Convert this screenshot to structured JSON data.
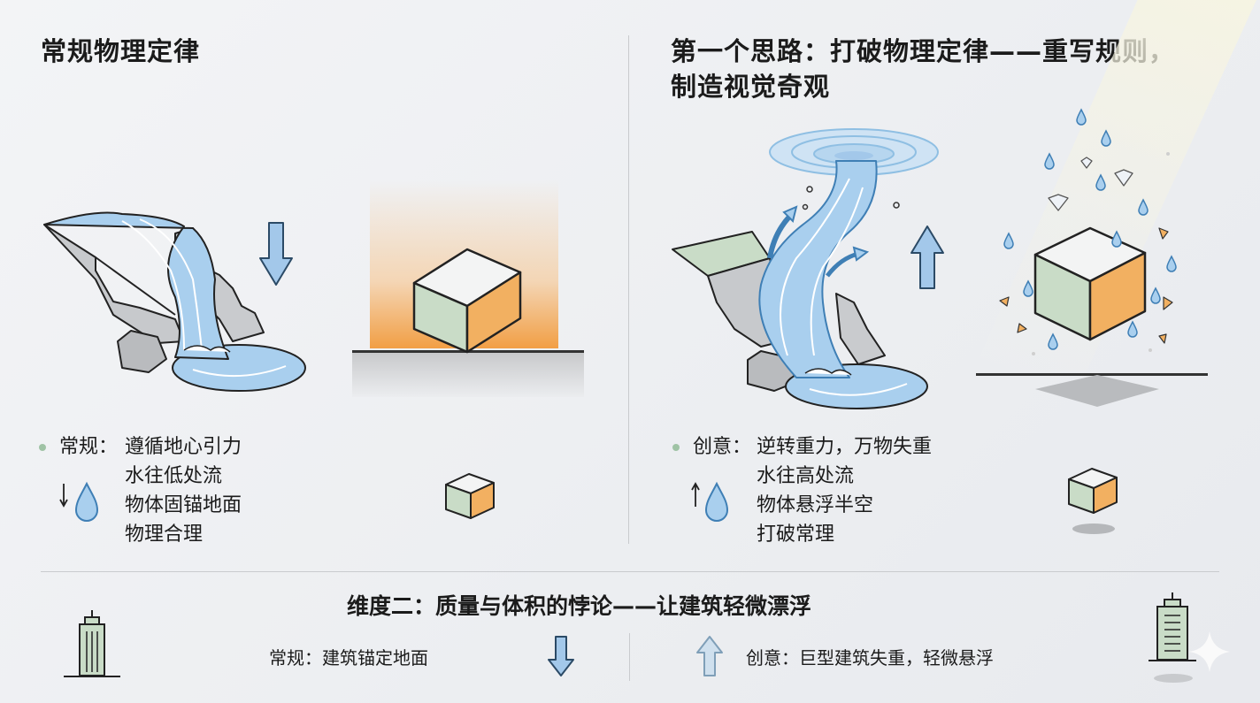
{
  "left": {
    "title": "常规物理定律",
    "label": "常规：",
    "lines": [
      "遵循地心引力",
      "水往低处流",
      "物体固锚地面",
      "物理合理"
    ]
  },
  "right": {
    "title_line1": "第一个思路：打破物理定律——重写规则，",
    "title_line2": "制造视觉奇观",
    "label": "创意：",
    "lines": [
      "逆转重力，万物失重",
      "水往高处流",
      "物体悬浮半空",
      "打破常理"
    ]
  },
  "bottom": {
    "title": "维度二：质量与体积的悖论——让建筑轻微漂浮",
    "left_text": "常规：建筑锚定地面",
    "right_text": "创意：巨型建筑失重，轻微悬浮"
  },
  "colors": {
    "water": "#a9cfee",
    "water_stroke": "#3f7fb5",
    "cube_green": "#c9dcc7",
    "cube_orange": "#f2b061",
    "cube_top": "#f3f4f4",
    "stone": "#c4c6c9",
    "arrow_blue": "#a3c8ea"
  }
}
